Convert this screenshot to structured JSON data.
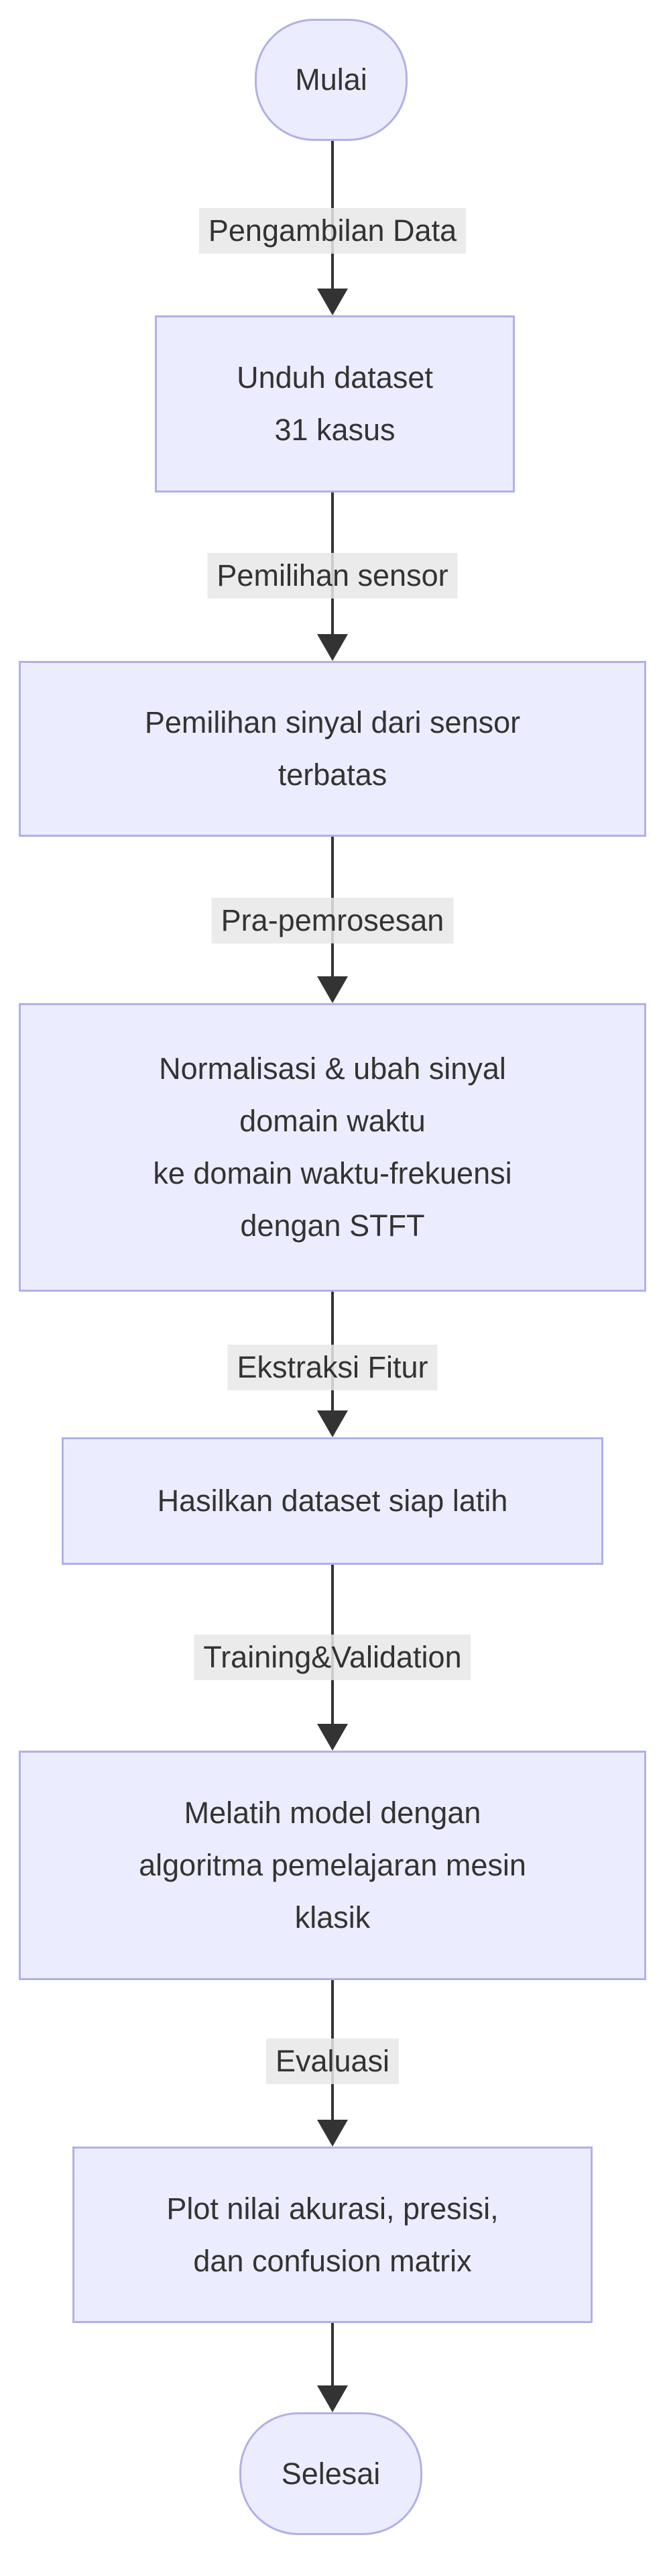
{
  "diagram": {
    "type": "flowchart",
    "direction": "top-down",
    "colors": {
      "background": "#FFFFFF",
      "node_fill": "#ECECFF",
      "node_border": "#B0B0EA",
      "edge_color": "#333333",
      "text_color": "#333333",
      "edge_label_bg": "#E8E8E8"
    },
    "nodes": [
      {
        "id": "start",
        "shape": "stadium",
        "lines": [
          "Mulai"
        ]
      },
      {
        "id": "download-dataset",
        "shape": "rect",
        "lines": [
          "Unduh dataset",
          "31 kasus"
        ]
      },
      {
        "id": "signal-selection",
        "shape": "rect",
        "lines": [
          "Pemilihan sinyal dari sensor",
          "terbatas"
        ]
      },
      {
        "id": "preprocessing",
        "shape": "rect",
        "lines": [
          "Normalisasi & ubah sinyal",
          "domain waktu",
          "ke domain waktu-frekuensi",
          "dengan STFT"
        ]
      },
      {
        "id": "dataset-ready",
        "shape": "rect",
        "lines": [
          "Hasilkan dataset siap latih"
        ]
      },
      {
        "id": "train-model",
        "shape": "rect",
        "lines": [
          "Melatih model dengan",
          "algoritma pemelajaran mesin",
          "klasik"
        ]
      },
      {
        "id": "plot-results",
        "shape": "rect",
        "lines": [
          "Plot nilai akurasi, presisi,",
          "dan confusion matrix"
        ]
      },
      {
        "id": "end",
        "shape": "stadium",
        "lines": [
          "Selesai"
        ]
      }
    ],
    "edges": [
      {
        "from": "start",
        "to": "download-dataset",
        "label": "Pengambilan Data"
      },
      {
        "from": "download-dataset",
        "to": "signal-selection",
        "label": "Pemilihan sensor"
      },
      {
        "from": "signal-selection",
        "to": "preprocessing",
        "label": "Pra-pemrosesan"
      },
      {
        "from": "preprocessing",
        "to": "dataset-ready",
        "label": "Ekstraksi Fitur"
      },
      {
        "from": "dataset-ready",
        "to": "train-model",
        "label": "Training&Validation"
      },
      {
        "from": "train-model",
        "to": "plot-results",
        "label": "Evaluasi"
      },
      {
        "from": "plot-results",
        "to": "end",
        "label": ""
      }
    ]
  }
}
